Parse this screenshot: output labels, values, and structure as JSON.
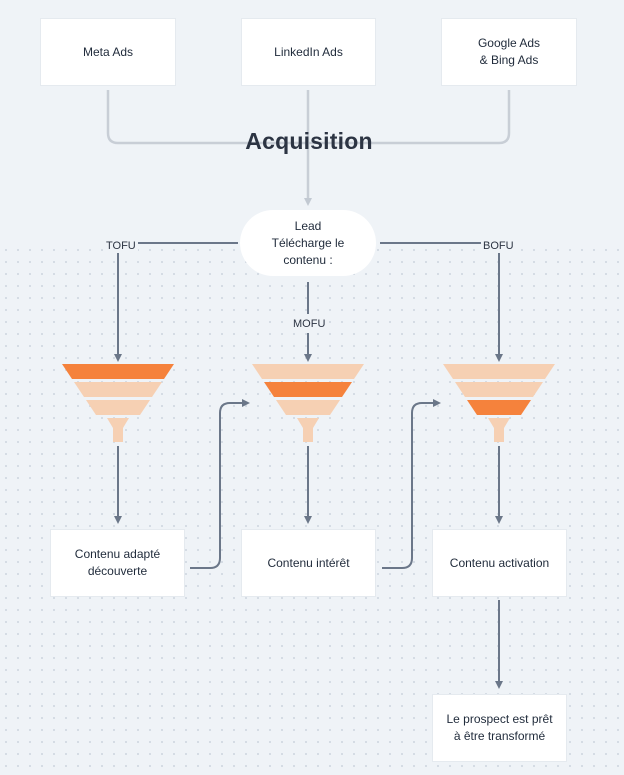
{
  "sources": {
    "meta": "Meta Ads",
    "linkedin": "LinkedIn Ads",
    "google": "Google Ads\n& Bing Ads"
  },
  "title": "Acquisition",
  "lead": "Lead\nTélécharge le\ncontenu :",
  "stages": {
    "tofu": "TOFU",
    "mofu": "MOFU",
    "bofu": "BOFU"
  },
  "contents": {
    "tofu": "Contenu adapté\ndécouverte",
    "mofu": "Contenu intérêt",
    "bofu": "Contenu activation"
  },
  "final": "Le prospect est prêt\nà être transformé",
  "colors": {
    "highlight": "#f5823c",
    "funnel_light": "#f6d0b3",
    "lines_light": "#c8ced6",
    "lines_dark": "#6b7789"
  }
}
